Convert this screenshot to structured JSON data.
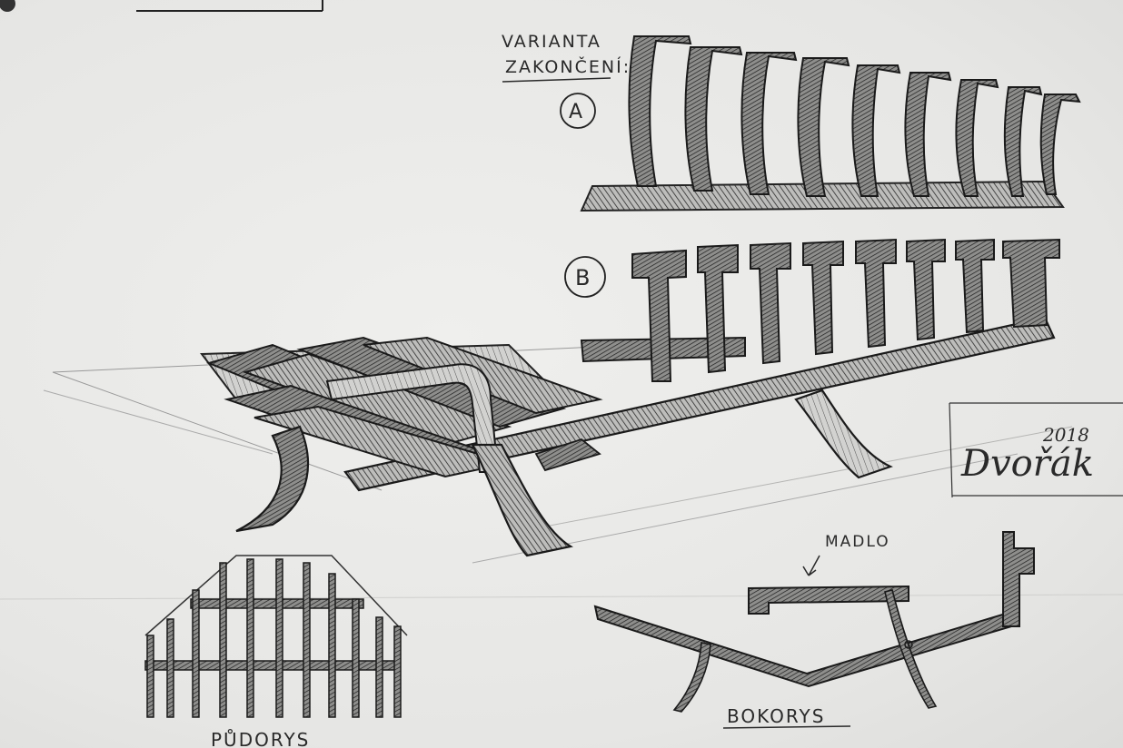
{
  "labels": {
    "variant_line1": "VARIANTA",
    "variant_line2": "ZAKONČENÍ:",
    "variant_a": "A",
    "variant_b": "B",
    "handle": "MADLO",
    "side_view": "BOKORYS",
    "plan_view": "PŮDORYS",
    "signature_year": "2018",
    "signature": "Dvořák"
  },
  "colors": {
    "paper": "#e9e9e7",
    "graphite": "#2a2a2a"
  }
}
